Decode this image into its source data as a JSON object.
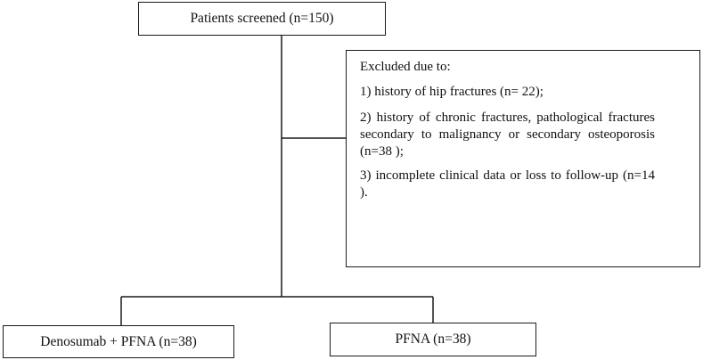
{
  "nodes": {
    "screened": "Patients screened (n=150)",
    "excluded": {
      "title": "Excluded due to:",
      "items": [
        "1) history of hip fractures (n= 22);",
        "2) history of chronic fractures, pathological fractures secondary to malignancy or secondary osteoporosis (n=38 );",
        "3) incomplete clinical data or loss to follow-up (n=14 )."
      ]
    },
    "denosumab_group": "Denosumab + PFNA (n=38)",
    "pfna_group": "PFNA (n=38)"
  }
}
